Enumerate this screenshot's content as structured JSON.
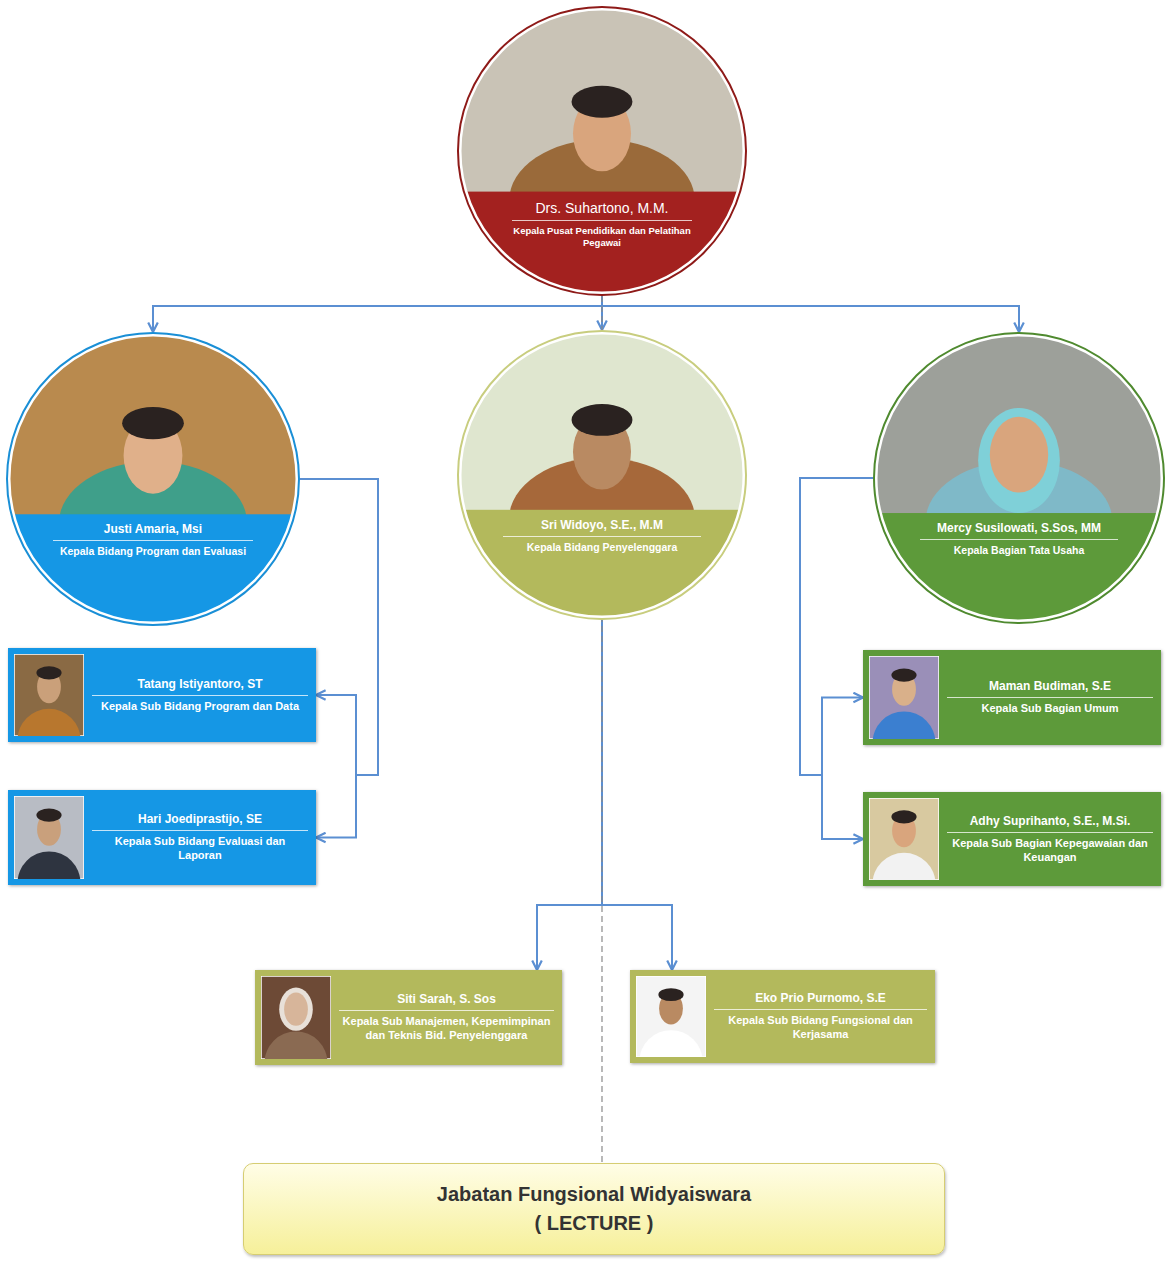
{
  "diagram": {
    "nodes": [
      {
        "text": [
          "Drs. Suhartono, M.M.",
          "Kepala Pusat Pendidikan dan Pelatihan Pegawai"
        ]
      },
      {
        "text": [
          "Justi Amaria, Msi",
          "Kepala Bidang Program dan Evaluasi"
        ]
      },
      {
        "text": [
          "Sri Widoyo, S.E., M.M",
          "Kepala Bidang Penyelenggara"
        ]
      },
      {
        "text": [
          "Mercy Susilowati, S.Sos, MM",
          "Kepala Bagian Tata Usaha"
        ]
      },
      {
        "text": [
          "Tatang Istiyantoro, ST",
          "Kepala Sub Bidang Program dan Data"
        ]
      },
      {
        "text": [
          "Maman Budiman, S.E",
          "Kepala Sub Bagian Umum"
        ]
      },
      {
        "text": [
          "Hari Joediprastijo, SE",
          "Kepala Sub Bidang Evaluasi dan Laporan"
        ]
      },
      {
        "text": [
          "Adhy Suprihanto, S.E., M.Si.",
          "Kepala Sub Bagian Kepegawaian dan Keuangan"
        ]
      },
      {
        "text": [
          "Siti Sarah, S. Sos",
          "Kepala Sub Manajemen, Kepemimpinan dan Teknis Bid. Penyelenggara"
        ]
      },
      {
        "text": [
          "Eko Prio Purnomo, S.E",
          "Kepala Sub Bidang Fungsional dan Kerjasama"
        ]
      },
      {
        "text": [
          "Jabatan Fungsional Widyaiswara",
          "( LECTURE )"
        ]
      }
    ],
    "edges": [
      {
        "from": 0,
        "to": 1,
        "arrow": "to"
      },
      {
        "from": 0,
        "to": 2,
        "arrow": "to"
      },
      {
        "from": 0,
        "to": 3,
        "arrow": "to"
      },
      {
        "from": 1,
        "to": 4,
        "arrow": "to"
      },
      {
        "from": 1,
        "to": 6,
        "arrow": "to"
      },
      {
        "from": 2,
        "to": 8,
        "arrow": "to"
      },
      {
        "from": 2,
        "to": 9,
        "arrow": "to"
      },
      {
        "from": 3,
        "to": 5,
        "arrow": "to"
      },
      {
        "from": 3,
        "to": 7,
        "arrow": "to"
      },
      {
        "from": 0,
        "to": 10,
        "arrow": "none"
      }
    ]
  }
}
